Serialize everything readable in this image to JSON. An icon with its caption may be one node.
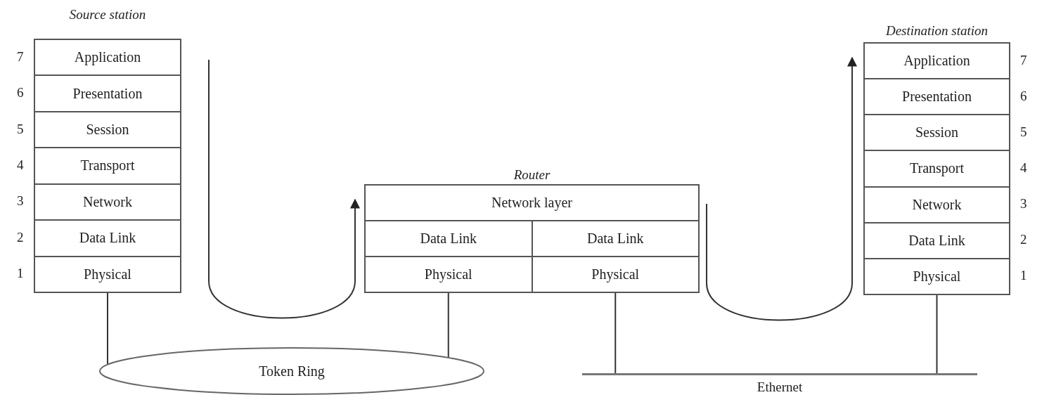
{
  "diagram": {
    "nodes": [
      {
        "text": [
          "Source station"
        ]
      },
      {
        "text": [
          "Application"
        ],
        "in": 0,
        "beside": [
          "7"
        ]
      },
      {
        "text": [
          "Presentation"
        ],
        "in": 0,
        "beside": [
          "6"
        ]
      },
      {
        "text": [
          "Session"
        ],
        "in": 0,
        "beside": [
          "5"
        ]
      },
      {
        "text": [
          "Transport"
        ],
        "in": 0,
        "beside": [
          "4"
        ]
      },
      {
        "text": [
          "Network"
        ],
        "in": 0,
        "beside": [
          "3"
        ]
      },
      {
        "text": [
          "Data Link"
        ],
        "in": 0,
        "beside": [
          "2"
        ]
      },
      {
        "text": [
          "Physical"
        ],
        "in": 0,
        "beside": [
          "1"
        ]
      },
      {
        "text": [
          "Router"
        ]
      },
      {
        "text": [
          "Network layer"
        ],
        "in": 8
      },
      {
        "text": [
          "Data Link"
        ],
        "in": 8
      },
      {
        "text": [
          "Data Link"
        ],
        "in": 8
      },
      {
        "text": [
          "Physical"
        ],
        "in": 8
      },
      {
        "text": [
          "Physical"
        ],
        "in": 8
      },
      {
        "text": [
          "Destination station"
        ]
      },
      {
        "text": [
          "Application"
        ],
        "in": 14,
        "beside": [
          "7"
        ]
      },
      {
        "text": [
          "Presentation"
        ],
        "in": 14,
        "beside": [
          "6"
        ]
      },
      {
        "text": [
          "Session"
        ],
        "in": 14,
        "beside": [
          "5"
        ]
      },
      {
        "text": [
          "Transport"
        ],
        "in": 14,
        "beside": [
          "4"
        ]
      },
      {
        "text": [
          "Network"
        ],
        "in": 14,
        "beside": [
          "3"
        ]
      },
      {
        "text": [
          "Data Link"
        ],
        "in": 14,
        "beside": [
          "2"
        ]
      },
      {
        "text": [
          "Physical"
        ],
        "in": 14,
        "beside": [
          "1"
        ]
      },
      {
        "text": [
          "Token Ring"
        ]
      },
      {
        "text": [
          "Ethernet"
        ]
      }
    ],
    "edges": [
      {
        "from": 0,
        "to": 8,
        "arrow": "to"
      },
      {
        "from": 8,
        "to": 14,
        "arrow": "to"
      },
      {
        "from": 7,
        "to": 22,
        "arrow": "none"
      },
      {
        "from": 12,
        "to": 22,
        "arrow": "none"
      },
      {
        "from": 13,
        "to": 23,
        "arrow": "none"
      },
      {
        "from": 21,
        "to": 23,
        "arrow": "none"
      }
    ]
  }
}
